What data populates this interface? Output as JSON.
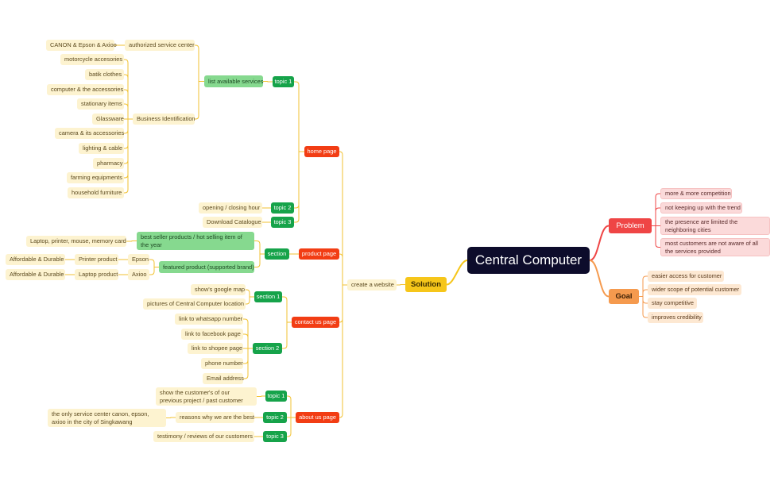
{
  "root": "Central Computer",
  "main": {
    "solution": "Solution",
    "problem": "Problem",
    "goal": "Goal"
  },
  "problem_items": [
    "more & more competition",
    "not keeping up with the trend",
    "the presence are limited the neighboring cities",
    "most customers are not aware of all the services provided"
  ],
  "goal_items": [
    "easier access for customer",
    "wider scope of potential customer",
    "stay competitive",
    "improves credibility"
  ],
  "solution": {
    "create": "create a website",
    "pages": {
      "home": "home page",
      "product": "product page",
      "contact": "contact us page",
      "about": "about us page"
    },
    "home": {
      "topic1": "topic 1",
      "topic2": "topic 2",
      "topic3": "topic 3",
      "list_services": "list available services",
      "authorized": "authorized service center",
      "brands": "CANON & Epson & Axioo",
      "business": "Business Identification",
      "business_items": [
        "motorcycle accesories",
        "batik clothes",
        "computer & the accessories",
        "stationary items",
        "Glassware",
        "camera & its accessories",
        "lighting & cable",
        "pharmacy",
        "farming equipments",
        "household furniture"
      ],
      "hours": "opening / closing hour",
      "catalogue": "Download Catalogue"
    },
    "product": {
      "section": "section",
      "best_seller": "best seller products / hot selling item of the year",
      "best_items": "Laptop, printer, mouse, memory card",
      "featured": "featured product (supported brand)",
      "epson": "Epson",
      "axioo": "Axioo",
      "printer": "Printer product",
      "laptop": "Laptop product",
      "durable1": "Affordable & Durable",
      "durable2": "Affordable & Durable"
    },
    "contact": {
      "section1": "section 1",
      "section2": "section 2",
      "map": "show's google map",
      "pictures": "pictures of Central Computer location",
      "whatsapp": "link to whatsapp number",
      "facebook": "link to facebook page",
      "shopee": "link to shopee page",
      "phone": "phone number",
      "email": "Email address"
    },
    "about": {
      "topic1": "topic 1",
      "topic2": "topic 2",
      "topic3": "topic 3",
      "show_customers": "show the customer's of our previous project / past customer",
      "reasons": "reasons why we are the best",
      "only_center": "the only service center canon, epson, axioo in the city of Singkawang",
      "testimony": "testimony / reviews of our customers"
    }
  }
}
